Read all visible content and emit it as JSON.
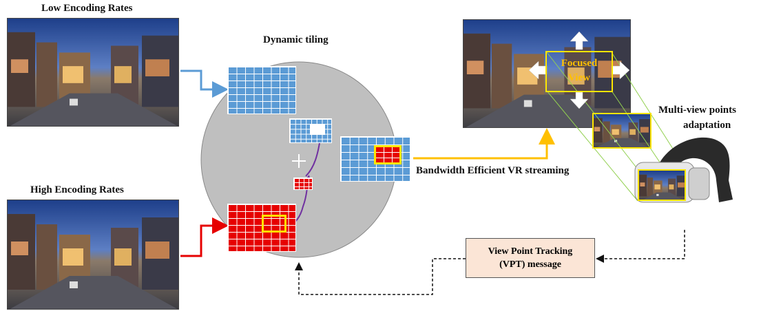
{
  "labels": {
    "low_rates": "Low Encoding Rates",
    "high_rates": "High Encoding Rates",
    "dynamic_tiling": "Dynamic tiling",
    "bandwidth": "Bandwidth Efficient VR streaming",
    "multiview_line1": "Multi-view points",
    "multiview_line2": "adaptation",
    "focused_line1": "Focused",
    "focused_line2": "View",
    "vpt_line1": "View Point Tracking",
    "vpt_line2": "(VPT) message",
    "plus": "+"
  },
  "colors": {
    "low_arrow": "#5b9bd5",
    "high_arrow": "#e60000",
    "stream_arrow": "#ffc000",
    "trajectory": "#7030a0",
    "highlight": "#ffe600",
    "circle": "#bfbfbf",
    "view_lines": "#92d050"
  },
  "icons": {
    "headset": "vr-headset-icon",
    "arrows": "direction-arrow-icon"
  }
}
